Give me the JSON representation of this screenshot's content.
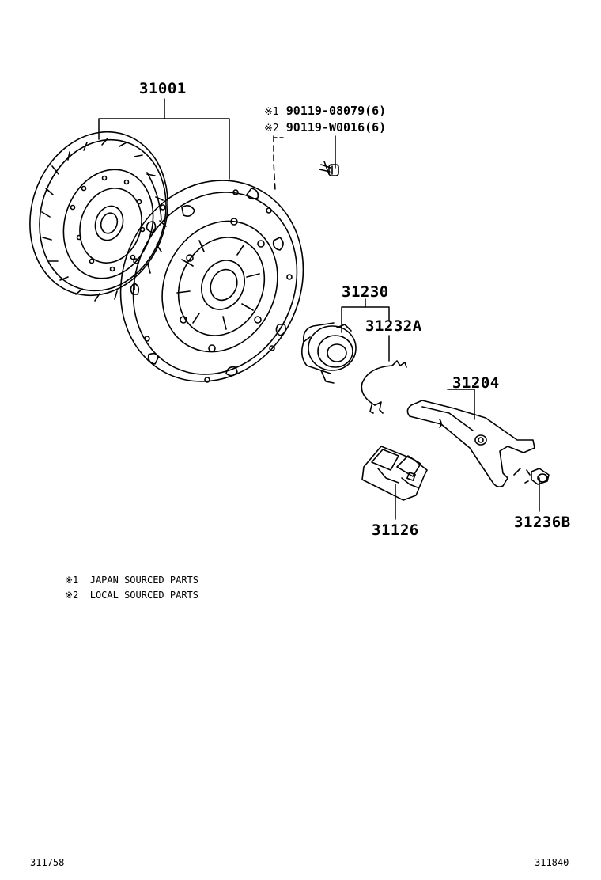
{
  "parts": [
    {
      "number": "31001"
    },
    {
      "number": "31230"
    },
    {
      "number": "31232A"
    },
    {
      "number": "31204"
    },
    {
      "number": "31126"
    },
    {
      "number": "31236B"
    }
  ],
  "bolt_refs": [
    {
      "mark": "※1",
      "number": "90119-08079(6)"
    },
    {
      "mark": "※2",
      "number": "90119-W0016(6)"
    }
  ],
  "legend": [
    {
      "mark": "※1",
      "text": "JAPAN SOURCED PARTS"
    },
    {
      "mark": "※2",
      "text": "LOCAL SOURCED PARTS"
    }
  ],
  "footer": {
    "left_code": "311758",
    "right_code": "311840"
  }
}
